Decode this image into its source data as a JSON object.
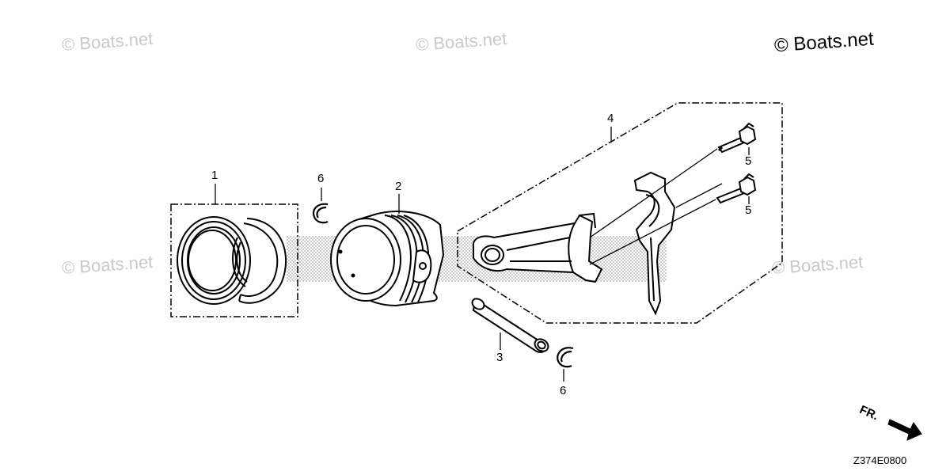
{
  "watermarks": {
    "top_left": "© Boats.net",
    "top_center": "© Boats.net",
    "top_right": "© Boats.net",
    "mid_left": "© Boats.net",
    "mid_right": "© Boats.net"
  },
  "callouts": {
    "piston_ring_set": "1",
    "piston": "2",
    "piston_pin": "3",
    "connecting_rod_assy": "4",
    "rod_bolt_upper": "5",
    "rod_bolt_lower": "5",
    "pin_clip_upper": "6",
    "pin_clip_lower": "6"
  },
  "direction_indicator": {
    "label": "FR."
  },
  "diagram_code": "Z374E0800"
}
